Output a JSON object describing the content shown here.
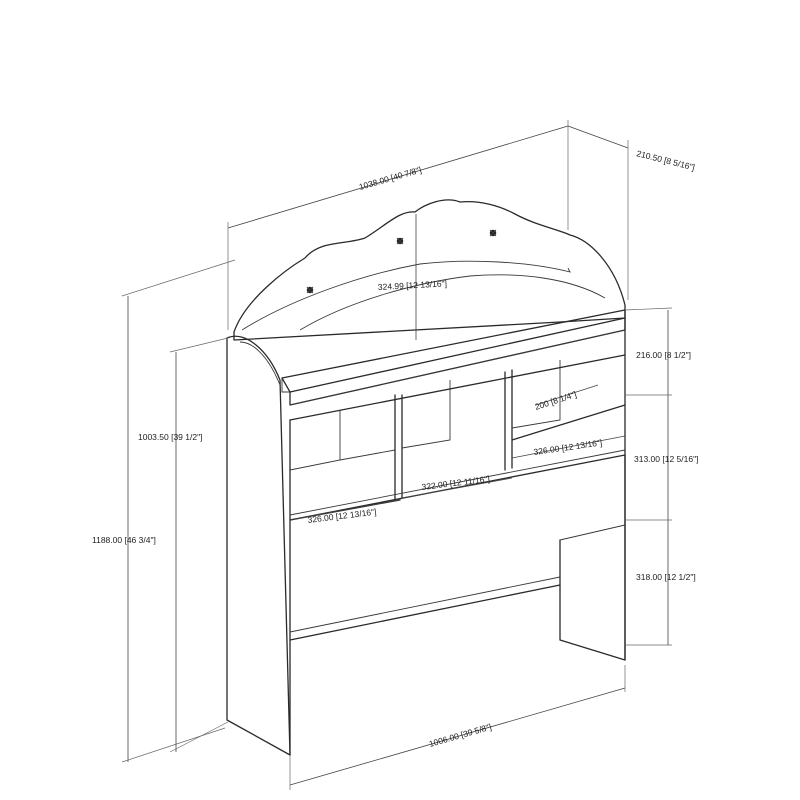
{
  "dimensions": {
    "top_width": "1038.00  [40  7/8\"]",
    "depth": "210.50  [8  5/16\"]",
    "total_height": "1188.00  [46  3/4\"]",
    "side_height": "1003.50  [39  1/2\"]",
    "crown_inner": "324.99  [12  13/16\"]",
    "top_section": "216.00  [8  1/2\"]",
    "middle_section": "313.00  [12  5/16\"]",
    "bottom_section": "318.00  [12  1/2\"]",
    "shelf_depth": "200  [8  1/4\"]",
    "cubby_left": "326.00  [12  13/16\"]",
    "cubby_center": "322.00  [12  11/16\"]",
    "cubby_right": "326.00  [12  13/16\"]",
    "bottom_width": "1006.00  [39  5/8\"]"
  },
  "icons": [
    "knob-icon",
    "knob-icon",
    "knob-icon"
  ]
}
